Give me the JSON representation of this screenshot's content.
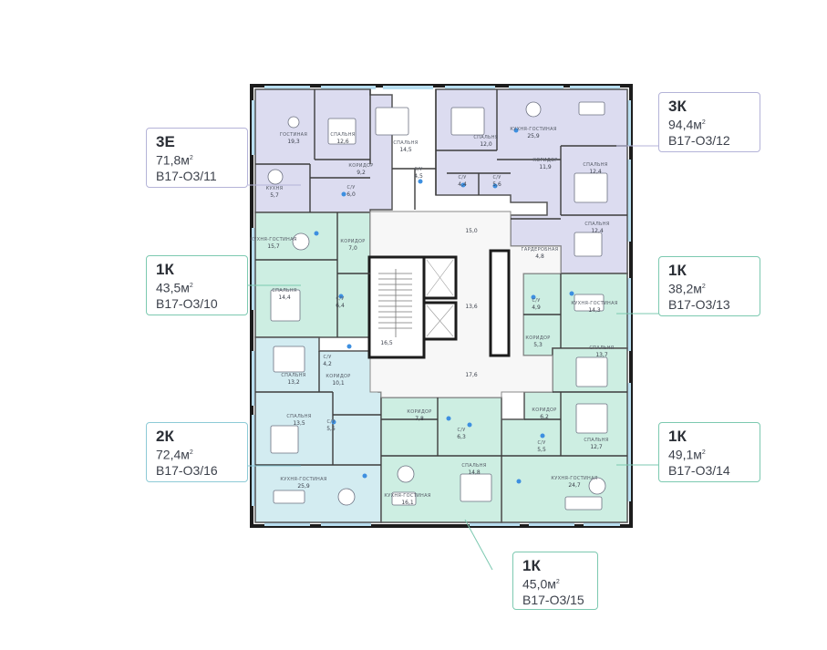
{
  "apartments": [
    {
      "id": "a11",
      "code": "3Е",
      "area": "71,8м",
      "sup": "2",
      "number": "В17-О3/11",
      "border": "#b4b3d8"
    },
    {
      "id": "a12",
      "code": "3К",
      "area": "94,4м",
      "sup": "2",
      "number": "В17-О3/12",
      "border": "#b4b3d8"
    },
    {
      "id": "a10",
      "code": "1К",
      "area": "43,5м",
      "sup": "2",
      "number": "В17-О3/10",
      "border": "#7cc9b0"
    },
    {
      "id": "a13",
      "code": "1К",
      "area": "38,2м",
      "sup": "2",
      "number": "В17-О3/13",
      "border": "#7cc9b0"
    },
    {
      "id": "a16",
      "code": "2К",
      "area": "72,4м",
      "sup": "2",
      "number": "В17-О3/16",
      "border": "#8dcad6"
    },
    {
      "id": "a14",
      "code": "1К",
      "area": "49,1м",
      "sup": "2",
      "number": "В17-О3/14",
      "border": "#7cc9b0"
    },
    {
      "id": "a15",
      "code": "1К",
      "area": "45,0м",
      "sup": "2",
      "number": "В17-О3/15",
      "border": "#7cc9b0"
    }
  ],
  "rooms": [
    {
      "id": "r1",
      "name": "ГОСТИНАЯ",
      "area": "19,3"
    },
    {
      "id": "r2",
      "name": "СПАЛЬНЯ",
      "area": "12,6"
    },
    {
      "id": "r3",
      "name": "СПАЛЬНЯ",
      "area": "14,5"
    },
    {
      "id": "r4",
      "name": "КОРИДОР",
      "area": "9,2"
    },
    {
      "id": "r5",
      "name": "С/У",
      "area": "4,5"
    },
    {
      "id": "r6",
      "name": "С/У",
      "area": "6,0"
    },
    {
      "id": "r7",
      "name": "КУХНЯ",
      "area": "5,7"
    },
    {
      "id": "r8",
      "name": "СПАЛЬНЯ",
      "area": "12,0"
    },
    {
      "id": "r9",
      "name": "КУХНЯ-ГОСТИНАЯ",
      "area": "25,9"
    },
    {
      "id": "r10",
      "name": "КОРИДОР",
      "area": "11,9"
    },
    {
      "id": "r11",
      "name": "С/У",
      "area": "4,4"
    },
    {
      "id": "r12",
      "name": "С/У",
      "area": "5,6"
    },
    {
      "id": "r13",
      "name": "СПАЛЬНЯ",
      "area": "12,4"
    },
    {
      "id": "r14",
      "name": "СПАЛЬНЯ",
      "area": "12,4"
    },
    {
      "id": "r15",
      "name": "ГАРДЕРОБНАЯ",
      "area": "4,8"
    },
    {
      "id": "r16",
      "name": "",
      "area": "15,0"
    },
    {
      "id": "r17",
      "name": "КУХНЯ-ГОСТИНАЯ",
      "area": "15,7"
    },
    {
      "id": "r18",
      "name": "КОРИДОР",
      "area": "7,0"
    },
    {
      "id": "r19",
      "name": "СПАЛЬНЯ",
      "area": "14,4"
    },
    {
      "id": "r20",
      "name": "С/У",
      "area": "6,4"
    },
    {
      "id": "r21",
      "name": "",
      "area": "13,6"
    },
    {
      "id": "r22",
      "name": "С/У",
      "area": "4,9"
    },
    {
      "id": "r23",
      "name": "КУХНЯ-ГОСТИНАЯ",
      "area": "14,3"
    },
    {
      "id": "r24",
      "name": "КОРИДОР",
      "area": "5,3"
    },
    {
      "id": "r25",
      "name": "",
      "area": "16,5"
    },
    {
      "id": "r26",
      "name": "С/У",
      "area": "4,2"
    },
    {
      "id": "r27",
      "name": "КОРИДОР",
      "area": "10,1"
    },
    {
      "id": "r28",
      "name": "СПАЛЬНЯ",
      "area": "13,2"
    },
    {
      "id": "r29",
      "name": "",
      "area": "17,6"
    },
    {
      "id": "r30",
      "name": "СПАЛЬНЯ",
      "area": "13,7"
    },
    {
      "id": "r31",
      "name": "СПАЛЬНЯ",
      "area": "13,5"
    },
    {
      "id": "r32",
      "name": "С/У",
      "area": "5,5"
    },
    {
      "id": "r33",
      "name": "КОРИДОР",
      "area": "7,8"
    },
    {
      "id": "r34",
      "name": "С/У",
      "area": "6,3"
    },
    {
      "id": "r35",
      "name": "КОРИДОР",
      "area": "6,2"
    },
    {
      "id": "r36",
      "name": "СПАЛЬНЯ",
      "area": "12,7"
    },
    {
      "id": "r37",
      "name": "С/У",
      "area": "5,5"
    },
    {
      "id": "r38",
      "name": "КУХНЯ-ГОСТИНАЯ",
      "area": "25,9"
    },
    {
      "id": "r39",
      "name": "КУХНЯ-ГОСТИНАЯ",
      "area": "16,1"
    },
    {
      "id": "r40",
      "name": "СПАЛЬНЯ",
      "area": "14,8"
    },
    {
      "id": "r41",
      "name": "КУХНЯ-ГОСТИНАЯ",
      "area": "24,7"
    }
  ],
  "colors": {
    "lavender": "#dcdcf0",
    "mint": "#cdeee2",
    "aqua": "#d3ecf1",
    "corridor": "#f7f7f7",
    "wall": "#1c1c1c",
    "window": "#9fd0e8",
    "water": "#3d8fe0"
  }
}
